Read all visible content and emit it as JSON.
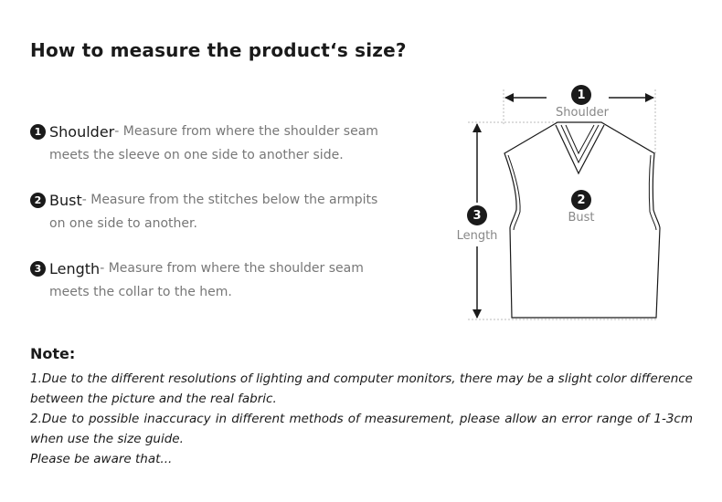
{
  "title": "How to measure the product‘s size?",
  "measurements": [
    {
      "num": "1",
      "term": "Shoulder",
      "desc": "- Measure from where the shoulder seam",
      "desc2": "meets the sleeve on one side to another side."
    },
    {
      "num": "2",
      "term": "Bust",
      "desc": "- Measure from the stitches below the armpits",
      "desc2": "on one side to another."
    },
    {
      "num": "3",
      "term": "Length",
      "desc": "- Measure from where the shoulder seam",
      "desc2": "meets the collar to the hem."
    }
  ],
  "diagram": {
    "shoulder": {
      "num": "1",
      "label": "Shoulder"
    },
    "bust": {
      "num": "2",
      "label": "Bust"
    },
    "length": {
      "num": "3",
      "label": "Length"
    }
  },
  "note": {
    "title": "Note:",
    "lines": [
      "1.Due to the different resolutions of lighting and computer monitors, there may be a slight color difference between the picture and the real fabric.",
      "2.Due to possible inaccuracy in different methods of measurement, please allow an error range of 1-3cm when use the size guide.",
      "Please be aware that..."
    ]
  }
}
